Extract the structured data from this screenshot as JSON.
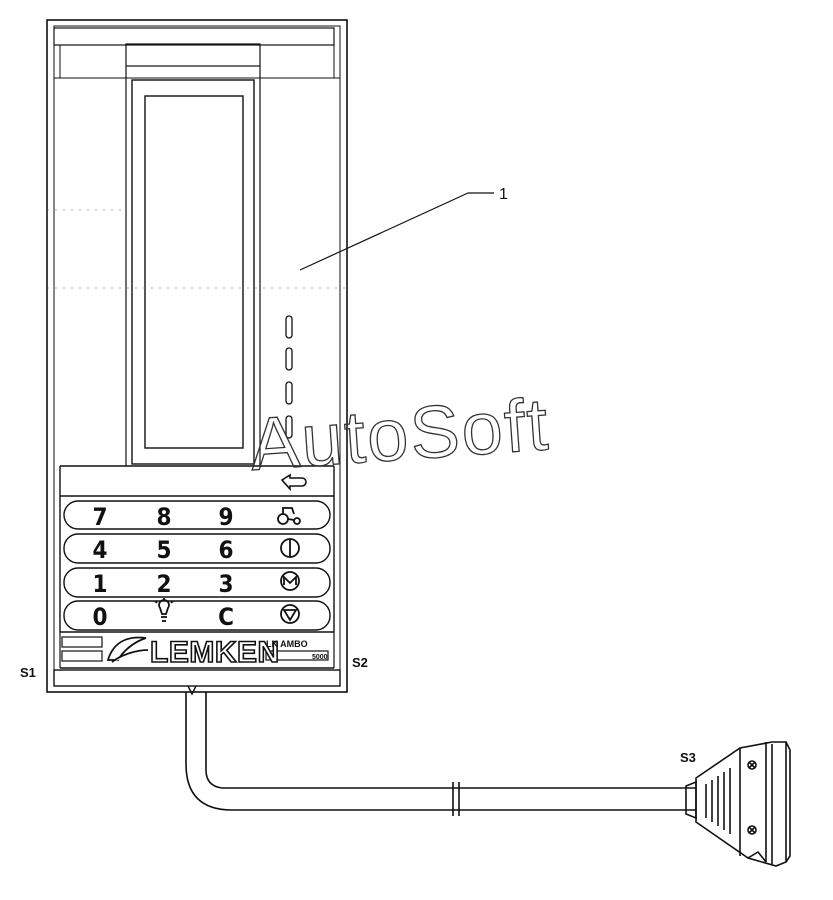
{
  "callout": {
    "number": "1"
  },
  "connectors": {
    "s1": "S1",
    "s2": "S2",
    "s3": "S3"
  },
  "keypad": {
    "rows": [
      {
        "keys": [
          "7",
          "8",
          "9"
        ],
        "function_icon": "tractor-hitch-icon"
      },
      {
        "keys": [
          "4",
          "5",
          "6"
        ],
        "function_icon": "half-circle-icon"
      },
      {
        "keys": [
          "1",
          "2",
          "3"
        ],
        "function_icon": "motor-m-icon"
      },
      {
        "keys": [
          "0",
          "",
          "C"
        ],
        "middle_icon": "light-bulb-icon",
        "function_icon": "stop-triangle-icon"
      }
    ],
    "top_icon": "return-arrow-icon"
  },
  "brand": {
    "name": "LEMKEN",
    "model": "LK AMBO",
    "serial": "5000"
  },
  "watermark": "AutoSoft",
  "colors": {
    "line": "#111111",
    "background": "#ffffff"
  }
}
